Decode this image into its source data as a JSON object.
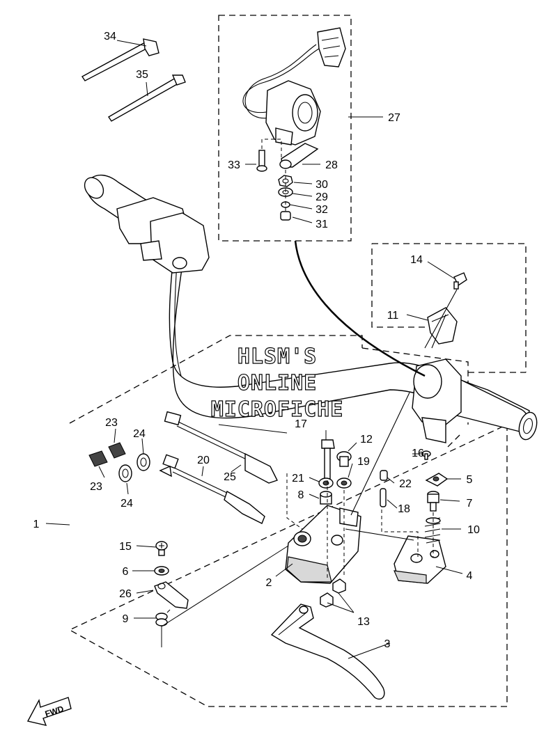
{
  "watermark": {
    "line1": "HLSM'S",
    "line2": "ONLINE",
    "line3": "MICROFICHE"
  },
  "fwd_badge": "FWD",
  "callouts": {
    "c1": "1",
    "c2": "2",
    "c3": "3",
    "c4": "4",
    "c5": "5",
    "c6": "6",
    "c7": "7",
    "c8": "8",
    "c9": "9",
    "c10": "10",
    "c11": "11",
    "c12": "12",
    "c13": "13",
    "c14": "14",
    "c15": "15",
    "c16": "16",
    "c17": "17",
    "c18": "18",
    "c19": "19",
    "c20": "20",
    "c21": "21",
    "c22": "22",
    "c23a": "23",
    "c23b": "23",
    "c24a": "24",
    "c24b": "24",
    "c25": "25",
    "c26": "26",
    "c27": "27",
    "c28": "28",
    "c29": "29",
    "c30": "30",
    "c31": "31",
    "c32": "32",
    "c33": "33",
    "c34": "34",
    "c35": "35"
  },
  "colors": {
    "line": "#000000",
    "background": "#ffffff",
    "shade": "#d8d8d8"
  }
}
